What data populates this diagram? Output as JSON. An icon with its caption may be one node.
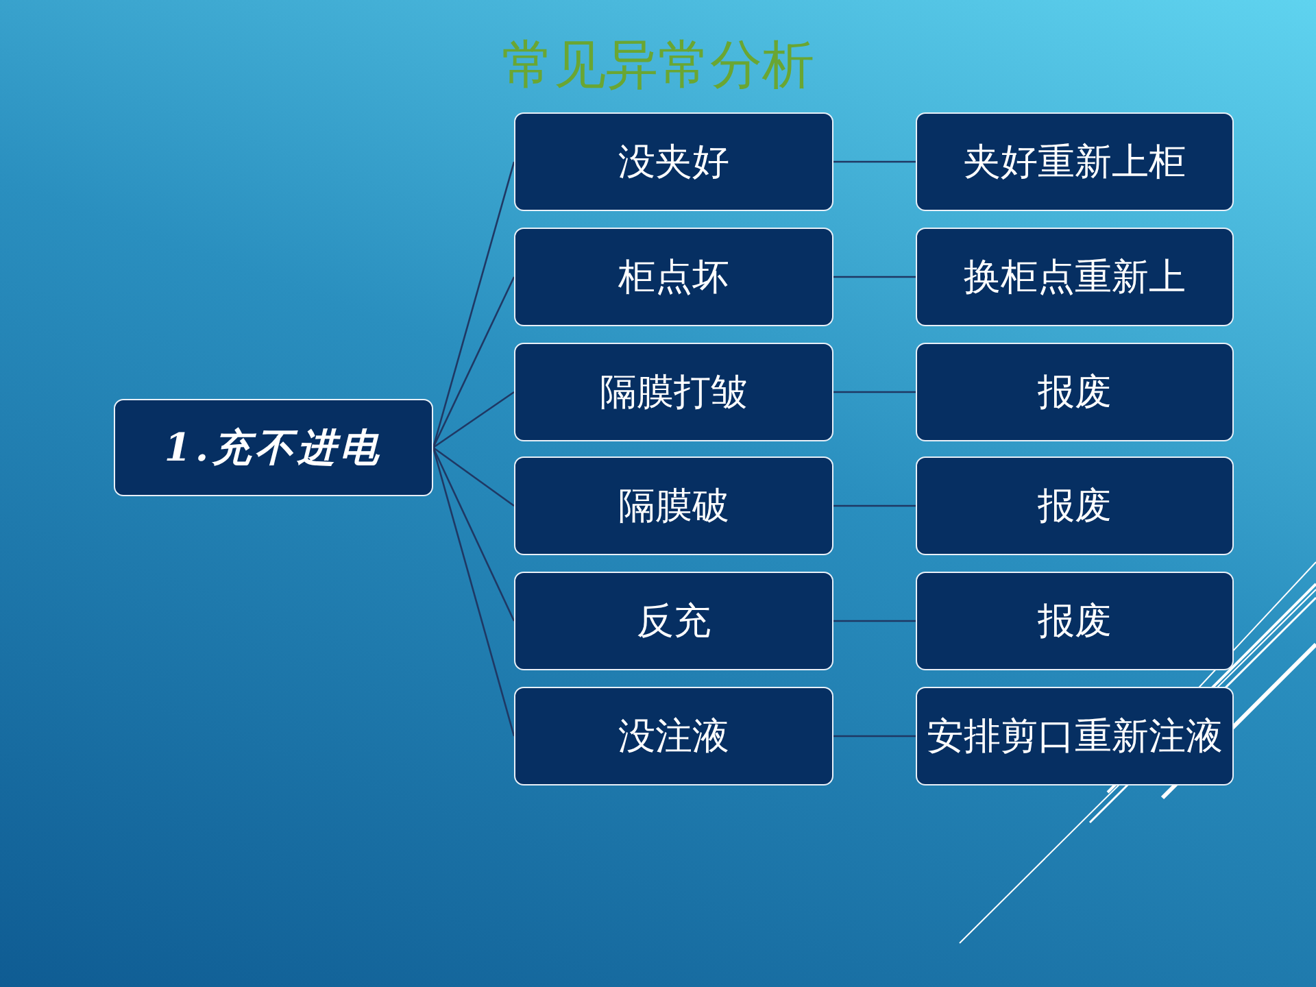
{
  "diagram": {
    "title": "常见异常分析",
    "nodes": [
      {
        "text": [
          "1.充不进电"
        ]
      },
      {
        "text": [
          "没夹好"
        ]
      },
      {
        "text": [
          "柜点坏"
        ]
      },
      {
        "text": [
          "隔膜打皱"
        ]
      },
      {
        "text": [
          "隔膜破"
        ]
      },
      {
        "text": [
          "反充"
        ]
      },
      {
        "text": [
          "没注液"
        ]
      },
      {
        "text": [
          "夹好重新上柜"
        ]
      },
      {
        "text": [
          "换柜点重新上"
        ]
      },
      {
        "text": [
          "报废"
        ]
      },
      {
        "text": [
          "报废"
        ]
      },
      {
        "text": [
          "报废"
        ]
      },
      {
        "text": [
          "安排剪口重新注液"
        ]
      }
    ],
    "edges": [
      {
        "from": 0,
        "to": 1,
        "arrow": "none"
      },
      {
        "from": 0,
        "to": 2,
        "arrow": "none"
      },
      {
        "from": 0,
        "to": 3,
        "arrow": "none"
      },
      {
        "from": 0,
        "to": 4,
        "arrow": "none"
      },
      {
        "from": 0,
        "to": 5,
        "arrow": "none"
      },
      {
        "from": 0,
        "to": 6,
        "arrow": "none"
      },
      {
        "from": 1,
        "to": 7,
        "arrow": "none"
      },
      {
        "from": 2,
        "to": 8,
        "arrow": "none"
      },
      {
        "from": 3,
        "to": 9,
        "arrow": "none"
      },
      {
        "from": 4,
        "to": 10,
        "arrow": "none"
      },
      {
        "from": 5,
        "to": 11,
        "arrow": "none"
      },
      {
        "from": 6,
        "to": 12,
        "arrow": "none"
      }
    ]
  }
}
